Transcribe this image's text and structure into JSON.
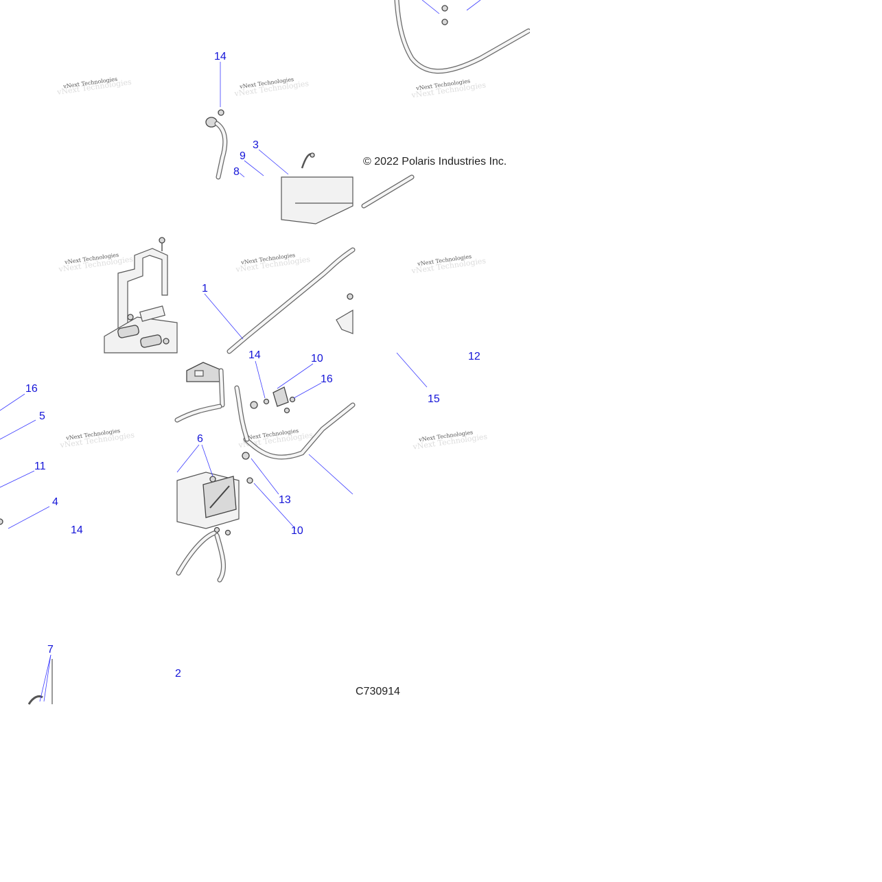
{
  "copyright": "© 2022 Polaris Industries Inc.",
  "figure_id": "C730914",
  "watermark_text": "vNext Technologies",
  "callout_color": "#1414d8",
  "callouts": [
    {
      "id": "c14a",
      "label": "14"
    },
    {
      "id": "c3",
      "label": "3"
    },
    {
      "id": "c9",
      "label": "9"
    },
    {
      "id": "c8",
      "label": "8"
    },
    {
      "id": "c1",
      "label": "1"
    },
    {
      "id": "c14b",
      "label": "14"
    },
    {
      "id": "c10a",
      "label": "10"
    },
    {
      "id": "c16a",
      "label": "16"
    },
    {
      "id": "c12",
      "label": "12"
    },
    {
      "id": "c15",
      "label": "15"
    },
    {
      "id": "c16b",
      "label": "16"
    },
    {
      "id": "c5",
      "label": "5"
    },
    {
      "id": "c6",
      "label": "6"
    },
    {
      "id": "c11",
      "label": "11"
    },
    {
      "id": "c13",
      "label": "13"
    },
    {
      "id": "c4",
      "label": "4"
    },
    {
      "id": "c14c",
      "label": "14"
    },
    {
      "id": "c10b",
      "label": "10"
    },
    {
      "id": "c7",
      "label": "7"
    },
    {
      "id": "c2",
      "label": "2"
    }
  ]
}
